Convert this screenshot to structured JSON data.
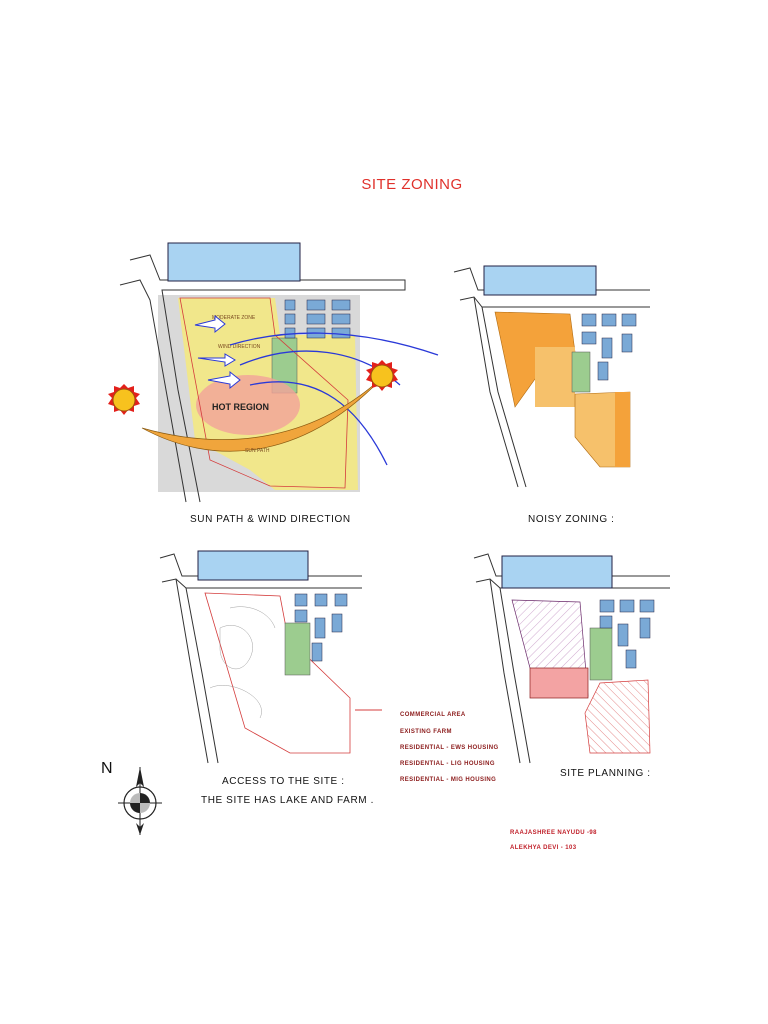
{
  "title": "SITE ZONING",
  "panels": {
    "sun": {
      "caption": "SUN PATH & WIND DIRECTION",
      "labels": {
        "moderate": "MODERATE ZONE",
        "wind": "WIND DIRECTION",
        "hot": "HOT REGION",
        "sunpath": "SUN PATH"
      }
    },
    "noise": {
      "caption": "NOISY ZONING :"
    },
    "access": {
      "caption": "ACCESS TO THE SITE :",
      "note": "THE SITE HAS LAKE AND FARM ."
    },
    "planning": {
      "caption": "SITE PLANNING :"
    }
  },
  "legend": [
    "COMMERCIAL AREA",
    "EXISTING FARM",
    "RESIDENTIAL - EWS HOUSING",
    "RESIDENTIAL - LIG HOUSING",
    "RESIDENTIAL - MIG HOUSING"
  ],
  "compass": {
    "label": "N"
  },
  "credits": [
    "RAAJASHREE NAYUDU -98",
    "ALEKHYA DEVI - 103"
  ],
  "colors": {
    "title": "#e0312b",
    "lake": "#a9d3f2",
    "farm": "#9ccc8f",
    "orange": "#f4a23a",
    "yellow": "#f5e97c",
    "site_line": "#d43c3c",
    "wind": "#2a39d8",
    "sun": "#f7c21e"
  }
}
